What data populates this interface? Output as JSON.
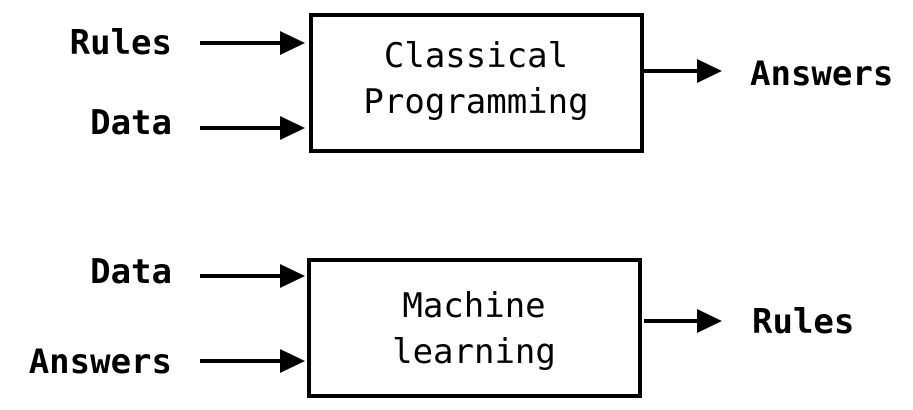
{
  "top_diagram": {
    "inputs": [
      "Rules",
      "Data"
    ],
    "process": [
      "Classical",
      "Programming"
    ],
    "output": "Answers"
  },
  "bottom_diagram": {
    "inputs": [
      "Data",
      "Answers"
    ],
    "process": [
      "Machine",
      "learning"
    ],
    "output": "Rules"
  },
  "colors": {
    "ink": "#000000",
    "background": "#ffffff"
  }
}
